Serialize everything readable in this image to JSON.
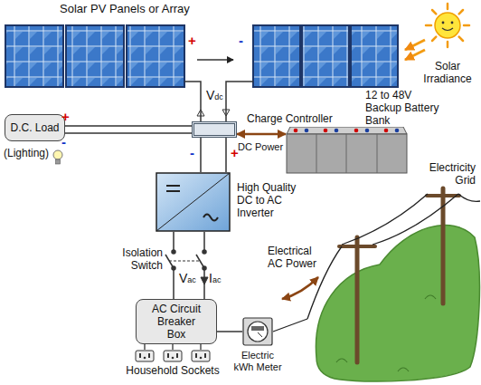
{
  "diagram": {
    "nodes": [
      {
        "text": [
          "Solar PV Panels or Array"
        ]
      },
      {
        "text": [
          "D.C. Load"
        ]
      },
      {
        "text": [
          "Charge Controller"
        ]
      },
      {
        "text": [
          "12 to 48V Backup Battery Bank"
        ]
      },
      {
        "text": [
          "High Quality DC to AC Inverter"
        ]
      },
      {
        "text": [
          "AC Circuit Breaker Box"
        ]
      },
      {
        "text": [
          "Household Sockets"
        ]
      },
      {
        "text": [
          "Electric kWh Meter"
        ]
      },
      {
        "text": [
          "Electricity Grid"
        ]
      }
    ],
    "edges": [
      {
        "from": 0,
        "to": 2,
        "arrow": "none"
      },
      {
        "from": 2,
        "to": 1,
        "arrow": "none"
      },
      {
        "from": 2,
        "to": 3,
        "label": "DC Power",
        "arrow": "both"
      },
      {
        "from": 2,
        "to": 4,
        "arrow": "none"
      },
      {
        "from": 4,
        "to": 5,
        "arrow": "none"
      },
      {
        "from": 5,
        "to": 6,
        "arrow": "none"
      },
      {
        "from": 5,
        "to": 7,
        "arrow": "none"
      },
      {
        "from": 7,
        "to": 8,
        "label": "Electrical AC Power",
        "arrow": "none"
      }
    ],
    "labels": [
      "+",
      "-",
      "Vdc",
      "Solar Irradiance",
      "+",
      "-",
      "(Lighting)",
      "-",
      "+",
      "Isolation Switch",
      "Vac",
      "Iac"
    ]
  }
}
